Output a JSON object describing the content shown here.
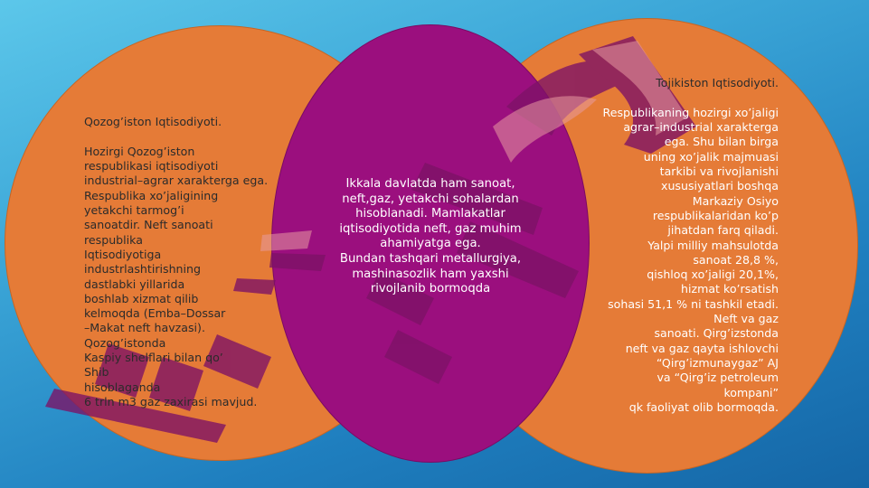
{
  "left": {
    "title": "Qozog’iston Iqtisodiyoti.",
    "body": "Hozirgi Qozog’iston\nrespublikasi iqtisodiyoti\nindustrial–agrar xarakterga ega.\nRespublika xo’jaligining\nyetakchi tarmog’i\nsanoatdir. Neft sanoati\nrespublika\nIqtisodiyotiga\n industrlashtirishning\n dastlabki yillarida\nboshlab xizmat qilib\nkelmoqda (Emba–Dossar\n–Makat neft havzasi).\nQozog’istonda\nKaspiy shelflari bilan qo’\nShib\n hisoblaganda\n6 trln m3 gaz zaxirasi mavjud."
  },
  "center": {
    "body": "Ikkala davlatda ham sanoat,\nneft,gaz, yetakchi sohalardan\nhisoblanadi. Mamlakatlar\niqtisodiyotida neft, gaz muhim\nahamiyatga ega.\nBundan tashqari metallurgiya,\nmashinasozlik ham yaxshi\nrivojlanib bormoqda"
  },
  "right": {
    "title": "Tojikiston Iqtisodiyoti.",
    "body": "Respublikaning hozirgi xo’jaligi\nagrar–industrial xarakterga\nega. Shu bilan birga\nuning xo’jalik majmuasi\ntarkibi va rivojlanishi\nxususiyatlari boshqa\nMarkaziy Osiyo\nrespublikalaridan ko’p\njihatdan farq qiladi.\nYalpi milliy mahsulotda\nsanoat 28,8 %,\nqishloq xo’jaligi 20,1%,\nhizmat ko’rsatish\nsohasi 51,1 % ni tashkil etadi.\nNeft va gaz\nsanoati. Qirg’izstonda\nneft va gaz qayta ishlovchi\n“Qirg’izmunaygaz” AJ\nva “Qirg’iz petroleum\nkompani”\nqk faoliyat olib bormoqda."
  },
  "colors": {
    "background": "#3aa4d6",
    "circle_fill": "#e57b37",
    "center_fill": "#9b0f7e",
    "wordart_fill": "#7d1266"
  }
}
